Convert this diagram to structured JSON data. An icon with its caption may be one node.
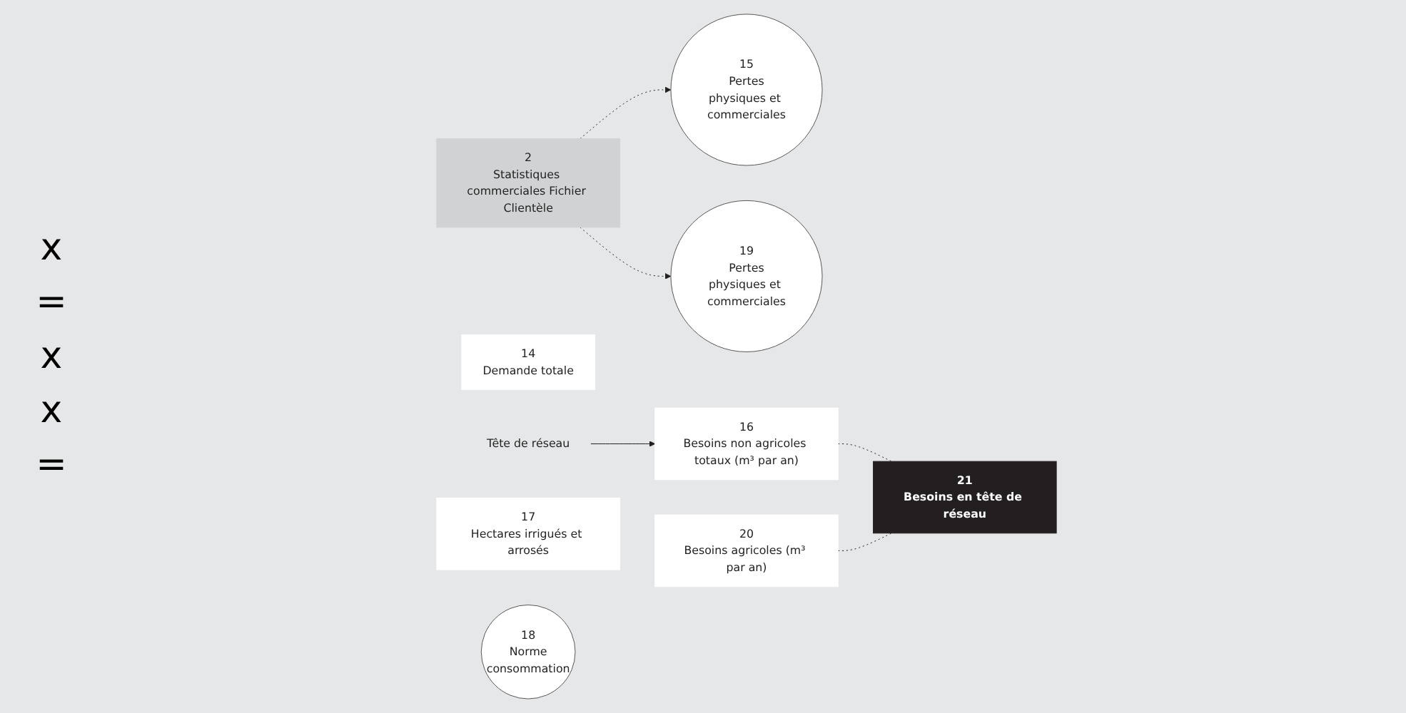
{
  "diagram": {
    "nodes": [
      {
        "text": [
          "2",
          "Statistiques commerciales Fichier Clientèle"
        ]
      },
      {
        "text": [
          "14",
          "Demande totale"
        ]
      },
      {
        "text": [
          "15",
          "Pertes",
          "physiques et commerciales"
        ]
      },
      {
        "text": [
          "16",
          "Besoins non agricoles totaux (m³ par an)"
        ]
      },
      {
        "text": [
          "Tête de réseau"
        ]
      },
      {
        "text": [
          "21",
          "Besoins en tête de réseau"
        ]
      },
      {
        "text": [
          "17",
          "Hectares irrigués et arrosés"
        ]
      },
      {
        "text": [
          "18",
          "Norme",
          "consommation"
        ]
      },
      {
        "text": [
          "19",
          "Pertes",
          "physiques et commerciales"
        ]
      },
      {
        "text": [
          "20",
          "Besoins agricoles (m³ par an)"
        ]
      }
    ],
    "edges": [
      {
        "from": 4,
        "to": 3,
        "arrow": "to"
      },
      {
        "from": 0,
        "to": 2,
        "arrow": "to",
        "style": "dashed"
      },
      {
        "from": 3,
        "to": 5,
        "arrow": "none",
        "style": "dashed"
      },
      {
        "from": 9,
        "to": 5,
        "arrow": "none",
        "style": "dashed"
      },
      {
        "from": 0,
        "to": 8,
        "arrow": "to",
        "style": "dashed"
      }
    ],
    "labels": [
      "x",
      "=",
      "x",
      "x",
      "="
    ]
  }
}
